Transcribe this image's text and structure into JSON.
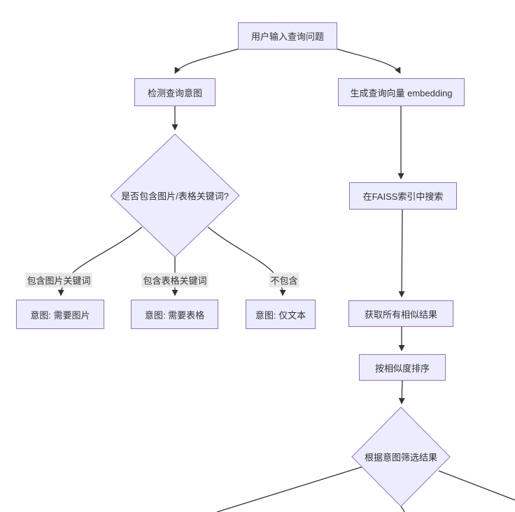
{
  "diagram": {
    "type": "flowchart",
    "nodes": {
      "user_input": {
        "label": "用户输入查询问题"
      },
      "detect_intent": {
        "label": "检测查询意图"
      },
      "generate_embedding": {
        "label": "生成查询向量 embedding"
      },
      "keyword_decision": {
        "label": "是否包含图片/表格关键词?"
      },
      "faiss_search": {
        "label": "在FAISS索引中搜索"
      },
      "intent_image": {
        "label": "意图: 需要图片"
      },
      "intent_table": {
        "label": "意图: 需要表格"
      },
      "intent_text": {
        "label": "意图: 仅文本"
      },
      "get_results": {
        "label": "获取所有相似结果"
      },
      "sort_similarity": {
        "label": "按相似度排序"
      },
      "filter_decision": {
        "label": "根据意图筛选结果"
      }
    },
    "edge_labels": {
      "contains_image": "包含图片关键词",
      "contains_table": "包含表格关键词",
      "not_contains": "不包含"
    },
    "colors": {
      "node_fill": "#ECECFF",
      "node_border": "#9370DB",
      "edge_stroke": "#333333",
      "text": "#333333",
      "edge_label_bg": "#e8e8e8",
      "background": "#ffffff"
    }
  }
}
